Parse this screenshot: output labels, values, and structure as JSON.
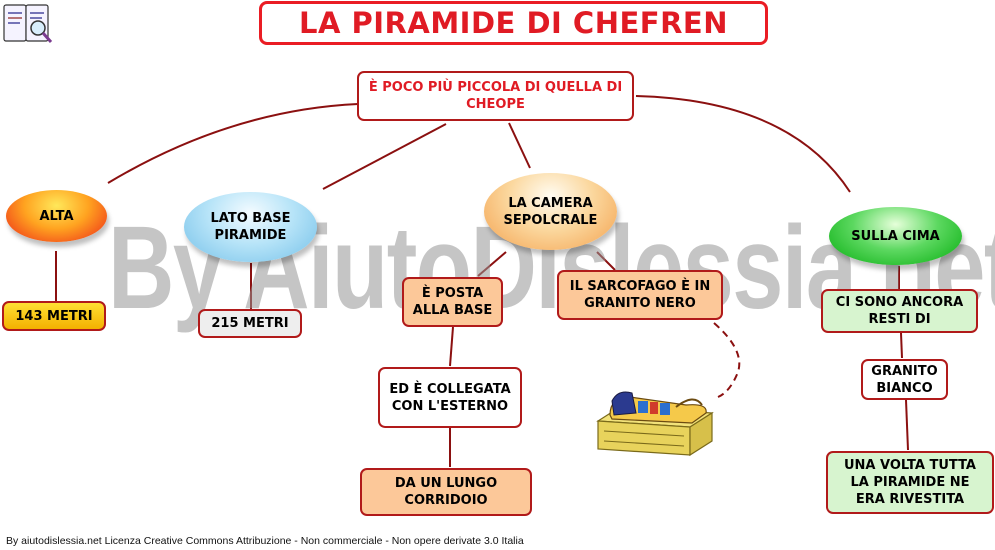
{
  "title": "LA PIRAMIDE DI CHEFREN",
  "watermark": "By AiutoDislessia.net",
  "root": "È POCO PIÙ PICCOLA DI QUELLA DI CHEOPE",
  "branches": {
    "alta": {
      "label": "ALTA",
      "value": "143 METRI"
    },
    "lato": {
      "label": "LATO BASE PIRAMIDE",
      "value": "215 METRI"
    },
    "camera": {
      "label": "LA CAMERA SEPOLCRALE",
      "posta": "È POSTA ALLA BASE",
      "collegata": "ED È COLLEGATA CON L'ESTERNO",
      "corridoio": "DA UN LUNGO CORRIDOIO",
      "sarcofago": "IL SARCOFAGO È IN GRANITO NERO"
    },
    "cima": {
      "label": "SULLA CIMA",
      "resti": "CI SONO ANCORA RESTI DI",
      "granito": "GRANITO BIANCO",
      "rivestita": "UNA VOLTA TUTTA LA PIRAMIDE NE ERA RIVESTITA"
    }
  },
  "footer": "By aiutodislessia.net Licenza Creative Commons Attribuzione - Non commerciale - Non opere derivate 3.0 Italia",
  "icons": {
    "corner": "book-magnifier-icon",
    "sarcophagus": "sarcophagus-icon"
  },
  "colors": {
    "title_red": "#e01b24",
    "border_red": "#b11a1a"
  }
}
